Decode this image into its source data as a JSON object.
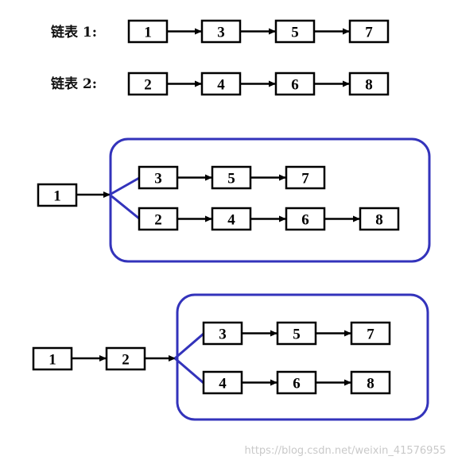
{
  "labels": {
    "list1": "链表 1:",
    "list2": "链表 2:"
  },
  "row1": [
    "1",
    "3",
    "5",
    "7"
  ],
  "row2": [
    "2",
    "4",
    "6",
    "8"
  ],
  "merge_step1": {
    "head": "1",
    "upper": [
      "3",
      "5",
      "7"
    ],
    "lower": [
      "2",
      "4",
      "6",
      "8"
    ]
  },
  "merge_step2": {
    "heads": [
      "1",
      "2"
    ],
    "upper": [
      "3",
      "5",
      "7"
    ],
    "lower": [
      "4",
      "6",
      "8"
    ]
  },
  "watermark": "https://blog.csdn.net/weixin_41576955",
  "colors": {
    "node_border": "#000000",
    "group_border": "#3333bb",
    "watermark": "#c9c9c9"
  }
}
